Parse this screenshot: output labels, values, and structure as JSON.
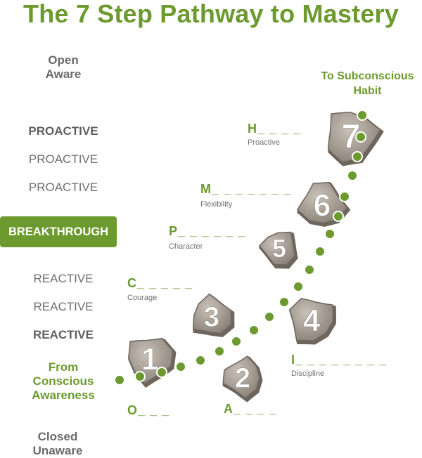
{
  "title": "The 7 Step Pathway to Mastery",
  "levels": {
    "top": [
      "Open",
      "Aware"
    ],
    "proactive": [
      "PROACTIVE",
      "PROACTIVE",
      "PROACTIVE"
    ],
    "breakthrough": "BREAKTHROUGH",
    "reactive": [
      "REACTIVE",
      "REACTIVE",
      "REACTIVE"
    ],
    "from": [
      "From",
      "Conscious",
      "Awareness"
    ],
    "bottom": [
      "Closed",
      "Unaware"
    ]
  },
  "habit": [
    "To Subconscious",
    "Habit"
  ],
  "steps": [
    {
      "number": "1",
      "letter": "O_ _ _",
      "label": ""
    },
    {
      "number": "2",
      "letter": "A_ _ _ _",
      "label": ""
    },
    {
      "number": "3",
      "letter": "C_ _ _ _ _",
      "label": "Courage"
    },
    {
      "number": "4",
      "letter": "I_ _ _ _ _ _ _ _",
      "label": "Discipline"
    },
    {
      "number": "5",
      "letter": "P_ _ _ _ _ _",
      "label": "Character"
    },
    {
      "number": "6",
      "letter": "M_ _ _ _ _ _ _",
      "label": "Flexibility"
    },
    {
      "number": "7",
      "letter": "H_ _ _ _",
      "label": "Proactive"
    }
  ],
  "colors": {
    "green": "#6c9a2e",
    "rock": "#a39b91",
    "rock_dark": "#6e655c",
    "text_gray": "#6f6f6f"
  }
}
